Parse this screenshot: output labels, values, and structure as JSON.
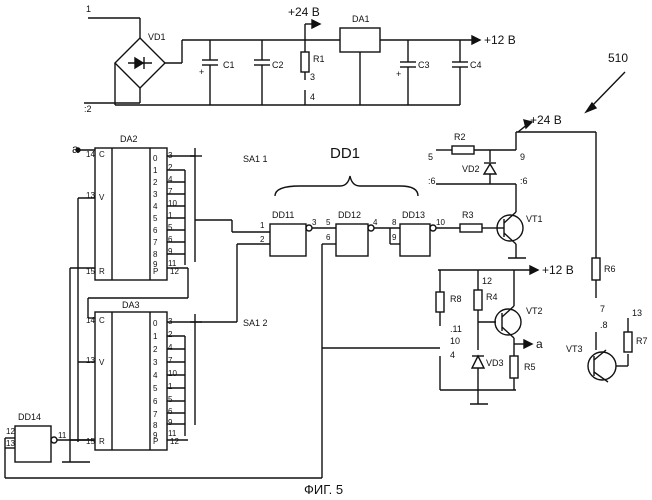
{
  "power": {
    "v24_top": "+24 В",
    "v12_top": "+12 В",
    "v24_mid": "+24 В",
    "v12_mid": "+12 В",
    "in_1": "1",
    "in_2": ":2"
  },
  "components": {
    "VD1": "VD1",
    "C1": "C1",
    "C2": "C2",
    "R1": "R1",
    "DA1": "DA1",
    "C3": "C3",
    "C4": "C4",
    "DA2": "DA2",
    "DA3": "DA3",
    "SA11": "SA1 1",
    "SA12": "SA1 2",
    "DD1": "DD1",
    "DD11": "DD11",
    "DD12": "DD12",
    "DD13": "DD13",
    "DD14": "DD14",
    "R2": "R2",
    "VD2": "VD2",
    "R3": "R3",
    "VT1": "VT1",
    "R4": "R4",
    "R8": "R8",
    "VT2": "VT2",
    "VD3": "VD3",
    "R5": "R5",
    "R6": "R6",
    "R7": "R7",
    "VT3": "VT3"
  },
  "node_labels": {
    "n3": "3",
    "n4": "4",
    "a_left": "a",
    "a_right": "a",
    "n5": "5",
    "n9": "9",
    "n6l": ":6",
    "n6r": ":6",
    "n12": "12",
    "n11": ".11",
    "n10": "10",
    "n4b": "4",
    "n7": "7",
    "n8": ".8",
    "n13": "13",
    "ref": "510"
  },
  "counter_pins": {
    "left": [
      "14",
      "13",
      "15",
      "12"
    ],
    "C": "C",
    "V": "V",
    "R": "R",
    "P": "P",
    "outputs": [
      "0",
      "1",
      "2",
      "3",
      "4",
      "5",
      "6",
      "7",
      "8",
      "9"
    ],
    "right_pins": [
      "3",
      "2",
      "4",
      "7",
      "10",
      "1",
      "5",
      "6",
      "9",
      "11"
    ],
    "p_pin": "12",
    "dd14_pins": [
      "12",
      "13",
      "11"
    ],
    "gate_pins": [
      "1",
      "2",
      "3",
      "5",
      "6",
      "4",
      "8",
      "9",
      "10"
    ]
  },
  "caption": "ФИГ. 5"
}
